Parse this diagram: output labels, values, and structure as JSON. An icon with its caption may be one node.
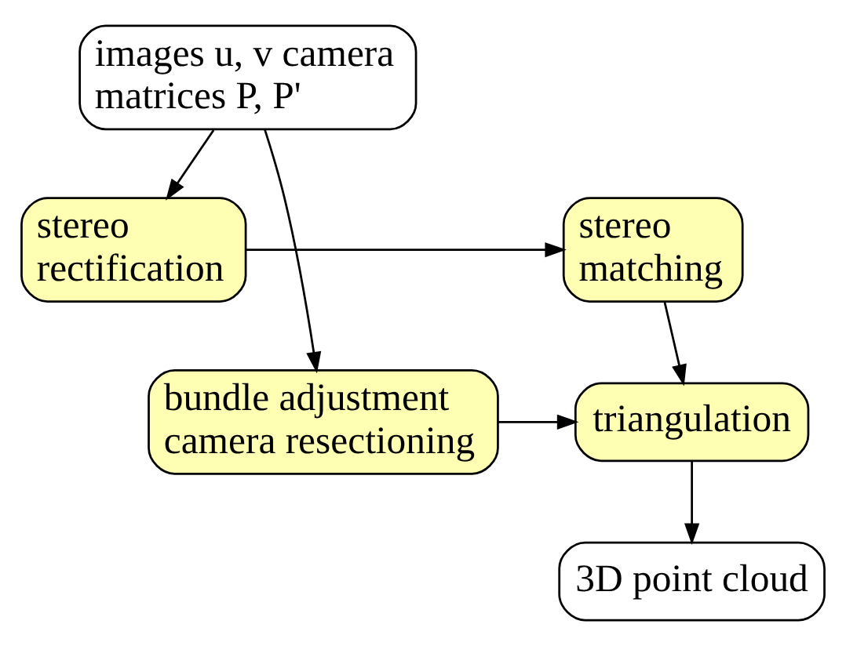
{
  "diagram": {
    "nodes": [
      {
        "text": [
          "images u, v camera matrices P, P'"
        ]
      },
      {
        "text": [
          "stereo rectification"
        ]
      },
      {
        "text": [
          "stereo matching"
        ]
      },
      {
        "text": [
          "bundle adjustment camera resectioning"
        ]
      },
      {
        "text": [
          "triangulation"
        ]
      },
      {
        "text": [
          "3D point cloud"
        ]
      }
    ],
    "edges": [
      {
        "from": 0,
        "to": 1,
        "arrow": "to"
      },
      {
        "from": 0,
        "to": 3,
        "arrow": "to"
      },
      {
        "from": 1,
        "to": 2,
        "arrow": "to"
      },
      {
        "from": 2,
        "to": 4,
        "arrow": "to"
      },
      {
        "from": 3,
        "to": 4,
        "arrow": "to"
      },
      {
        "from": 4,
        "to": 5,
        "arrow": "to"
      }
    ]
  }
}
